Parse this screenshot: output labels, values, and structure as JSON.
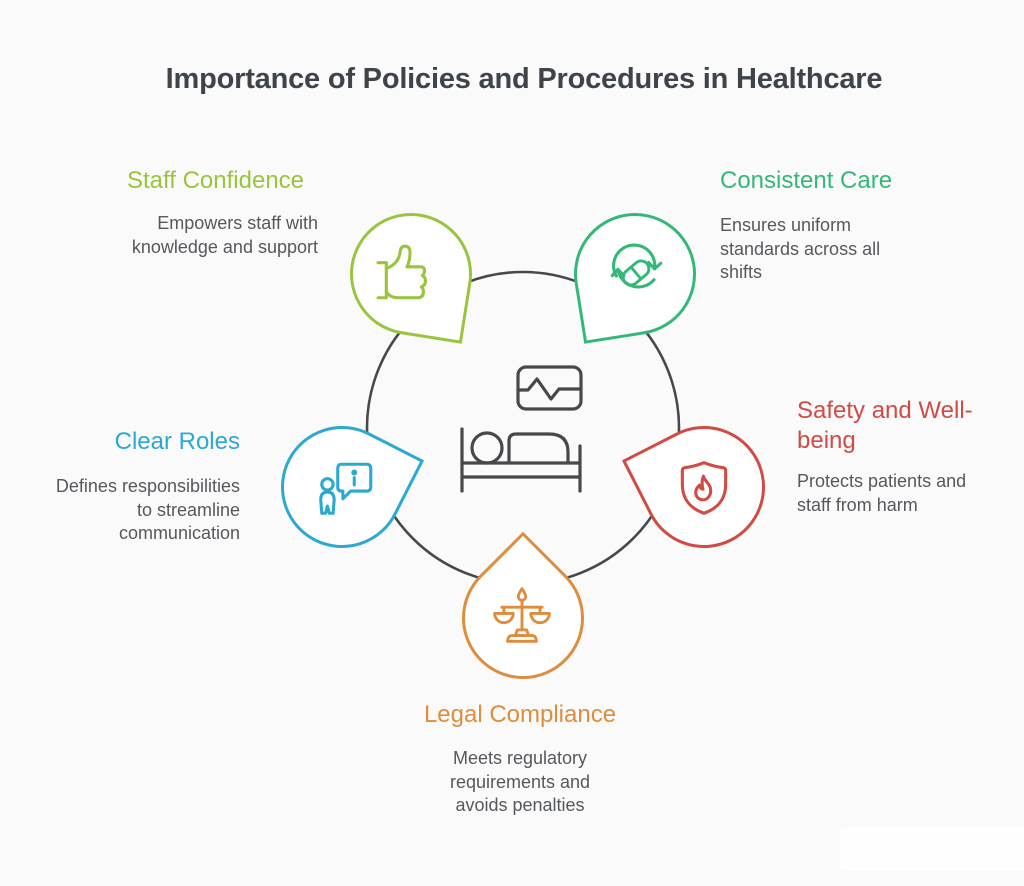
{
  "title": {
    "text": "Importance of Policies and Procedures in Healthcare",
    "color": "#3f444a"
  },
  "hub": {
    "outline_color": "#47484b",
    "icons": [
      "heart-monitor-icon",
      "hospital-bed-icon"
    ]
  },
  "nodes": [
    {
      "id": "staff-confidence",
      "label": "Staff Confidence",
      "description": "Empowers staff with knowledge and support",
      "color": "#99c43d",
      "icon": "thumbs-up-icon"
    },
    {
      "id": "consistent-care",
      "label": "Consistent Care",
      "description": "Ensures uniform standards across all shifts",
      "color": "#33b877",
      "icon": "pill-sync-icon"
    },
    {
      "id": "safety-and-well-being",
      "label": "Safety and Well-being",
      "description": "Protects patients and staff from harm",
      "color": "#d04b44",
      "icon": "shield-flame-icon"
    },
    {
      "id": "legal-compliance",
      "label": "Legal Compliance",
      "description": "Meets regulatory requirements and avoids penalties",
      "color": "#dd8d3d",
      "icon": "scales-of-justice-icon"
    },
    {
      "id": "clear-roles",
      "label": "Clear Roles",
      "description": "Defines responsibilities to streamline communication",
      "color": "#2ba9d1",
      "icon": "person-info-icon"
    }
  ],
  "text_color": "#55585c"
}
